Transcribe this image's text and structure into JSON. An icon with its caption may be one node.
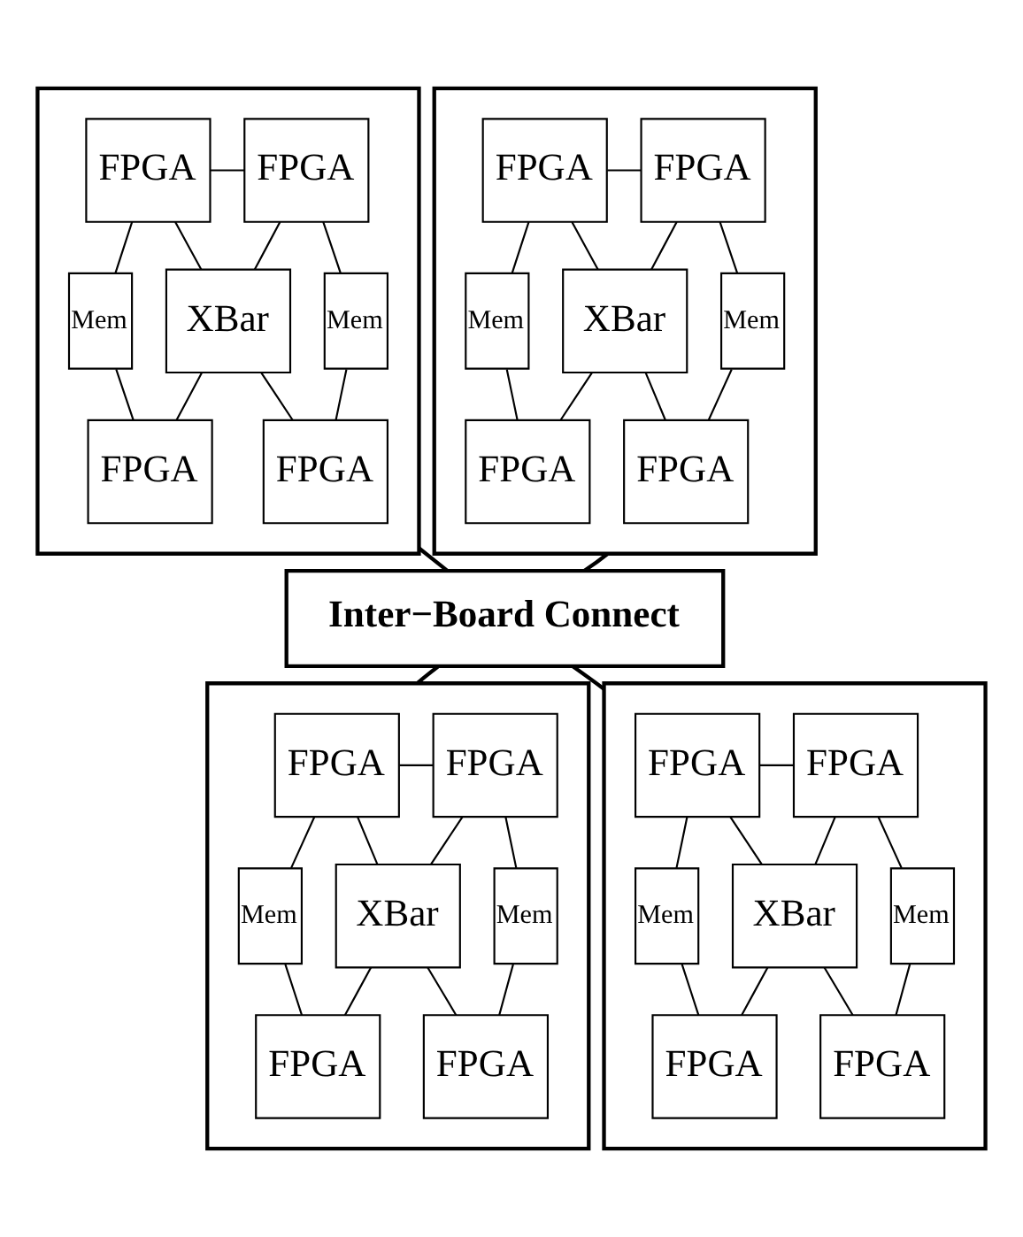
{
  "diagram": {
    "nodes": [
      {
        "text": [],
        "shape": "box"
      },
      {
        "text": [
          "FPGA"
        ],
        "in": 0
      },
      {
        "text": [
          "FPGA"
        ],
        "in": 0
      },
      {
        "text": [
          "Mem"
        ],
        "in": 0
      },
      {
        "text": [
          "XBar"
        ],
        "in": 0
      },
      {
        "text": [
          "Mem"
        ],
        "in": 0
      },
      {
        "text": [
          "FPGA"
        ],
        "in": 0
      },
      {
        "text": [
          "FPGA"
        ],
        "in": 0
      },
      {
        "text": [],
        "shape": "box"
      },
      {
        "text": [
          "FPGA"
        ],
        "in": 8
      },
      {
        "text": [
          "FPGA"
        ],
        "in": 8
      },
      {
        "text": [
          "Mem"
        ],
        "in": 8
      },
      {
        "text": [
          "XBar"
        ],
        "in": 8
      },
      {
        "text": [
          "Mem"
        ],
        "in": 8
      },
      {
        "text": [
          "FPGA"
        ],
        "in": 8
      },
      {
        "text": [
          "FPGA"
        ],
        "in": 8
      },
      {
        "text": [
          "Inter−Board Connect"
        ]
      },
      {
        "text": [],
        "shape": "box"
      },
      {
        "text": [
          "FPGA"
        ],
        "in": 17
      },
      {
        "text": [
          "FPGA"
        ],
        "in": 17
      },
      {
        "text": [
          "Mem"
        ],
        "in": 17
      },
      {
        "text": [
          "XBar"
        ],
        "in": 17
      },
      {
        "text": [
          "Mem"
        ],
        "in": 17
      },
      {
        "text": [
          "FPGA"
        ],
        "in": 17
      },
      {
        "text": [
          "FPGA"
        ],
        "in": 17
      },
      {
        "text": [],
        "shape": "box"
      },
      {
        "text": [
          "FPGA"
        ],
        "in": 25
      },
      {
        "text": [
          "FPGA"
        ],
        "in": 25
      },
      {
        "text": [
          "Mem"
        ],
        "in": 25
      },
      {
        "text": [
          "XBar"
        ],
        "in": 25
      },
      {
        "text": [
          "Mem"
        ],
        "in": 25
      },
      {
        "text": [
          "FPGA"
        ],
        "in": 25
      },
      {
        "text": [
          "FPGA"
        ],
        "in": 25
      }
    ],
    "edges": [
      {
        "from": 1,
        "to": 2,
        "arrow": "none"
      },
      {
        "from": 1,
        "to": 3,
        "arrow": "none"
      },
      {
        "from": 1,
        "to": 4,
        "arrow": "none"
      },
      {
        "from": 2,
        "to": 4,
        "arrow": "none"
      },
      {
        "from": 2,
        "to": 5,
        "arrow": "none"
      },
      {
        "from": 3,
        "to": 6,
        "arrow": "none"
      },
      {
        "from": 4,
        "to": 6,
        "arrow": "none"
      },
      {
        "from": 4,
        "to": 7,
        "arrow": "none"
      },
      {
        "from": 5,
        "to": 7,
        "arrow": "none"
      },
      {
        "from": 9,
        "to": 10,
        "arrow": "none"
      },
      {
        "from": 9,
        "to": 11,
        "arrow": "none"
      },
      {
        "from": 9,
        "to": 12,
        "arrow": "none"
      },
      {
        "from": 10,
        "to": 12,
        "arrow": "none"
      },
      {
        "from": 10,
        "to": 13,
        "arrow": "none"
      },
      {
        "from": 11,
        "to": 14,
        "arrow": "none"
      },
      {
        "from": 12,
        "to": 14,
        "arrow": "none"
      },
      {
        "from": 12,
        "to": 15,
        "arrow": "none"
      },
      {
        "from": 13,
        "to": 15,
        "arrow": "none"
      },
      {
        "from": 0,
        "to": 16,
        "arrow": "none"
      },
      {
        "from": 8,
        "to": 16,
        "arrow": "none"
      },
      {
        "from": 16,
        "to": 17,
        "arrow": "none"
      },
      {
        "from": 16,
        "to": 25,
        "arrow": "none"
      },
      {
        "from": 18,
        "to": 19,
        "arrow": "none"
      },
      {
        "from": 18,
        "to": 20,
        "arrow": "none"
      },
      {
        "from": 18,
        "to": 21,
        "arrow": "none"
      },
      {
        "from": 19,
        "to": 21,
        "arrow": "none"
      },
      {
        "from": 19,
        "to": 22,
        "arrow": "none"
      },
      {
        "from": 20,
        "to": 23,
        "arrow": "none"
      },
      {
        "from": 21,
        "to": 23,
        "arrow": "none"
      },
      {
        "from": 21,
        "to": 24,
        "arrow": "none"
      },
      {
        "from": 22,
        "to": 24,
        "arrow": "none"
      },
      {
        "from": 26,
        "to": 27,
        "arrow": "none"
      },
      {
        "from": 26,
        "to": 28,
        "arrow": "none"
      },
      {
        "from": 26,
        "to": 29,
        "arrow": "none"
      },
      {
        "from": 27,
        "to": 29,
        "arrow": "none"
      },
      {
        "from": 27,
        "to": 30,
        "arrow": "none"
      },
      {
        "from": 28,
        "to": 31,
        "arrow": "none"
      },
      {
        "from": 29,
        "to": 31,
        "arrow": "none"
      },
      {
        "from": 29,
        "to": 32,
        "arrow": "none"
      },
      {
        "from": 30,
        "to": 32,
        "arrow": "none"
      }
    ]
  }
}
